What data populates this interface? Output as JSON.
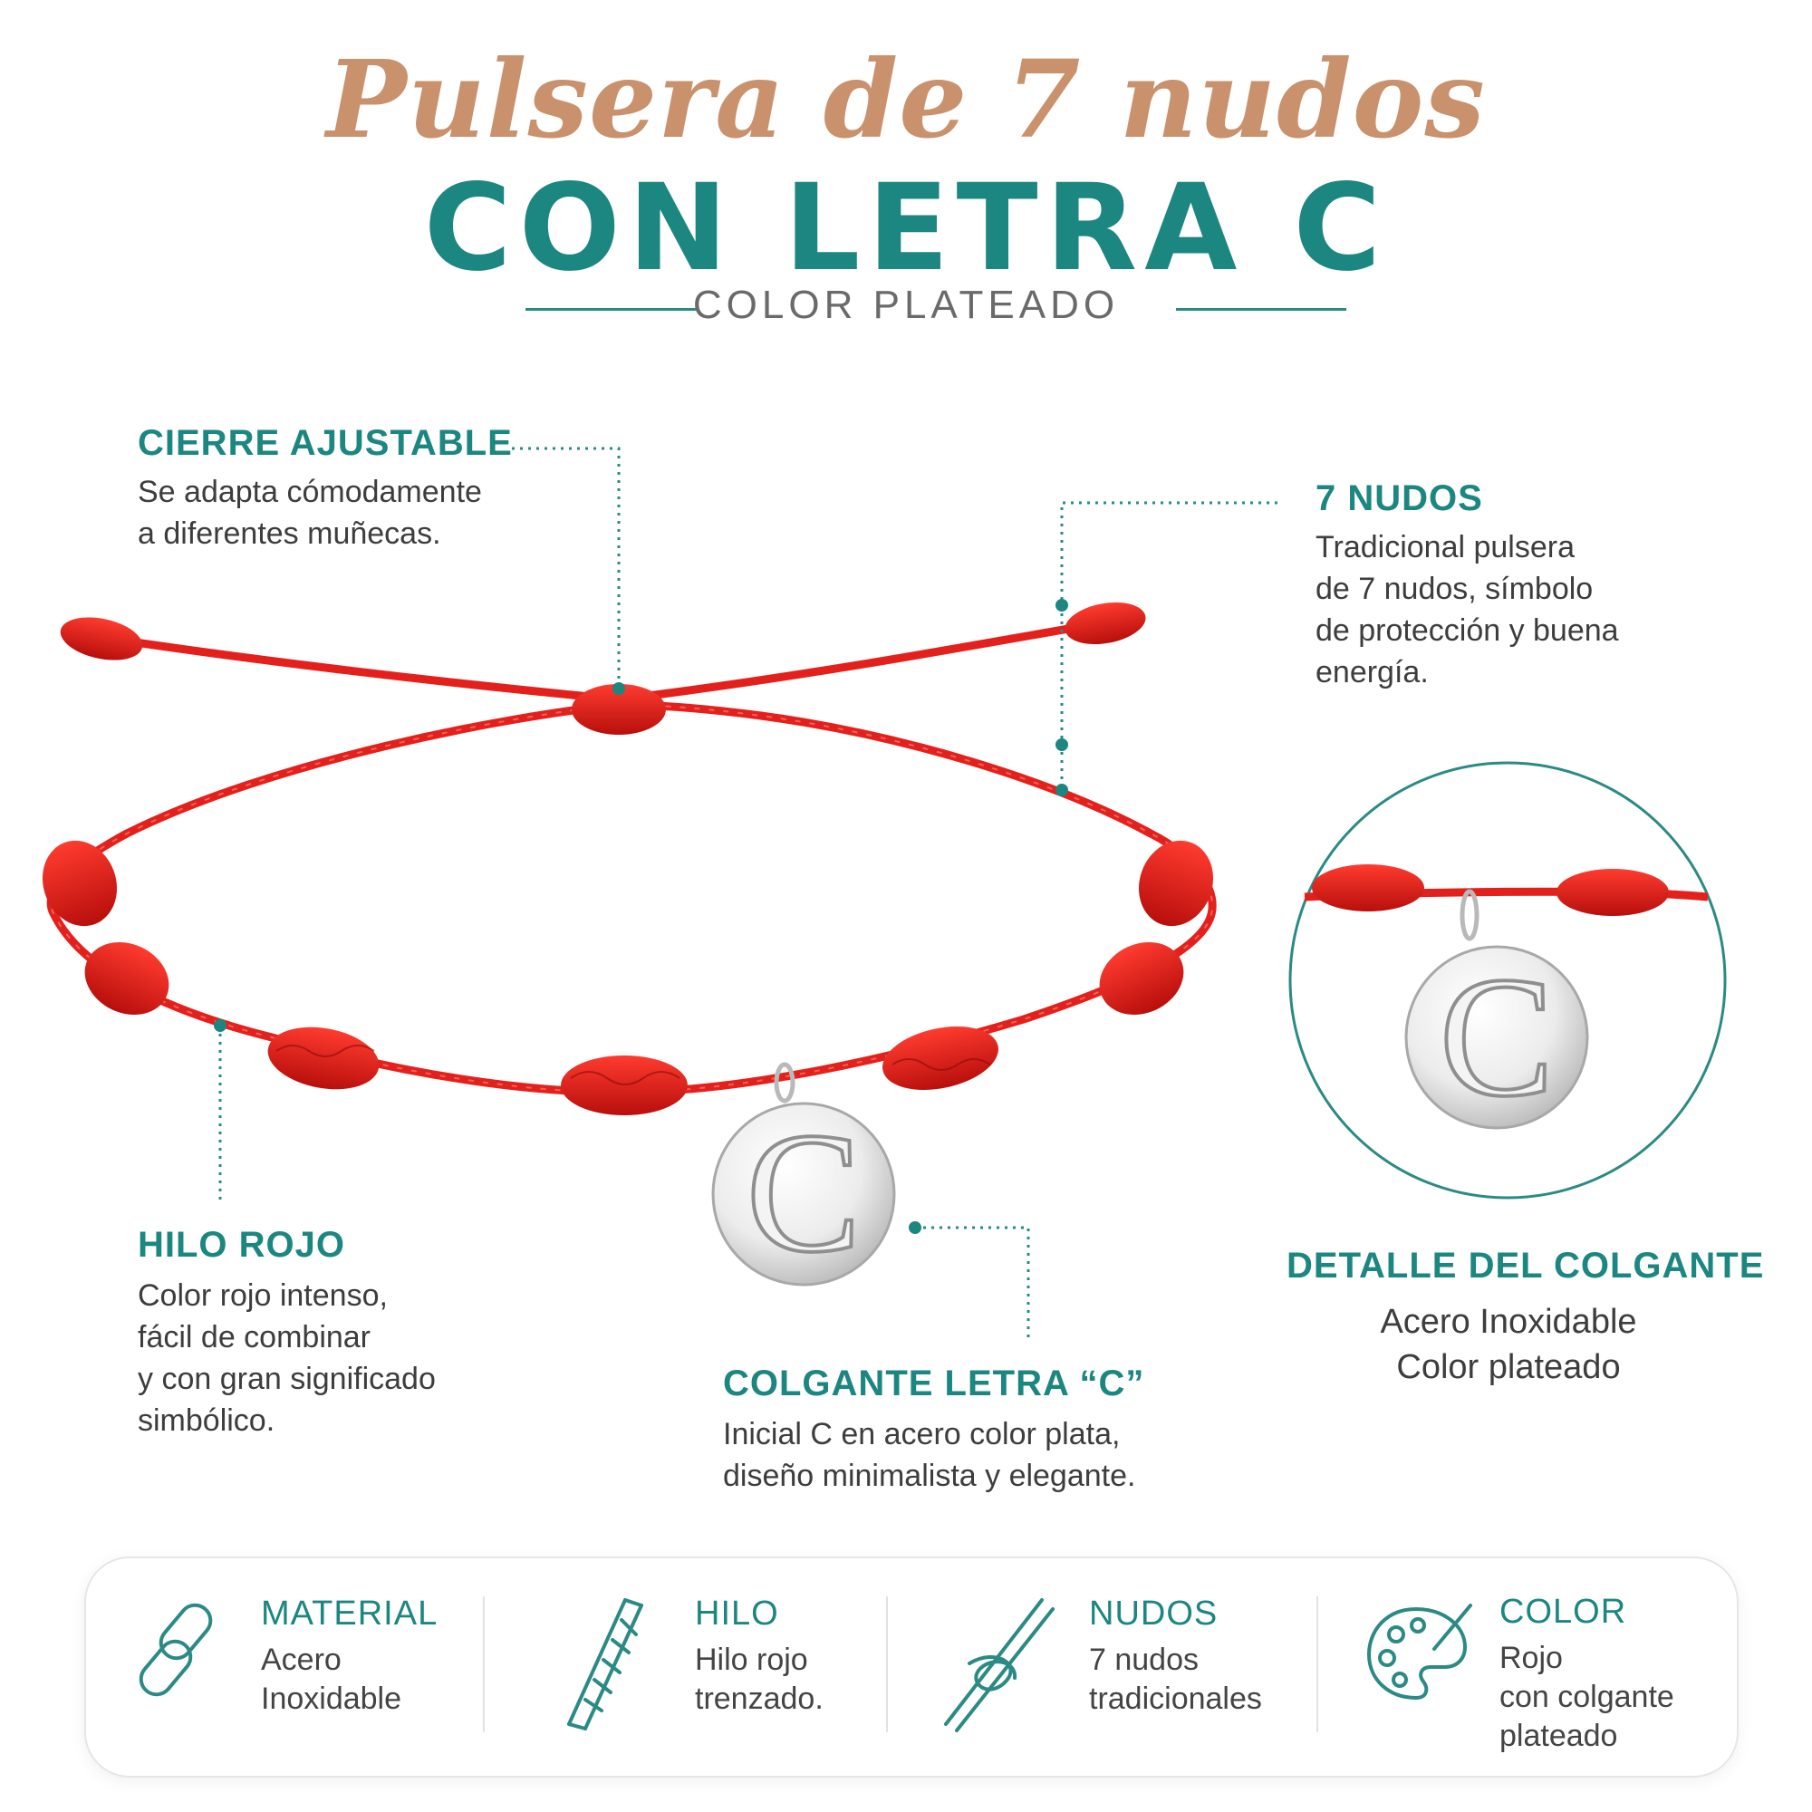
{
  "header": {
    "script_title": "Pulsera de 7 nudos",
    "main_title": "CON LETRA C",
    "subtitle": "COLOR PLATEADO"
  },
  "colors": {
    "teal": "#1c8680",
    "copper": "#c9916c",
    "red": "#e3201c",
    "silver": "#d8d8d8"
  },
  "features": {
    "clasp": {
      "title": "CIERRE AJUSTABLE",
      "lines": [
        "Se adapta cómodamente",
        "a diferentes muñecas."
      ]
    },
    "knots": {
      "title": "7 NUDOS",
      "lines": [
        "Tradicional pulsera",
        "de 7 nudos, símbolo",
        "de protección y buena",
        "energía."
      ]
    },
    "thread": {
      "title": "HILO ROJO",
      "lines": [
        "Color rojo intenso,",
        "fácil de combinar",
        "y con gran significado",
        "simbólico."
      ]
    },
    "pendant": {
      "title": "COLGANTE LETRA “C”",
      "lines": [
        "Inicial C en acero color plata,",
        "diseño minimalista y elegante."
      ]
    },
    "detail": {
      "title": "DETALLE DEL COLGANTE",
      "lines": [
        "Acero Inoxidable",
        "Color plateado"
      ]
    }
  },
  "pendant_letter": "C",
  "specs": [
    {
      "icon": "chain-link-icon",
      "title": "MATERIAL",
      "lines": [
        "Acero",
        "Inoxidable"
      ]
    },
    {
      "icon": "twisted-thread-icon",
      "title": "HILO",
      "lines": [
        "Hilo rojo",
        "trenzado."
      ]
    },
    {
      "icon": "knot-icon",
      "title": "NUDOS",
      "lines": [
        "7 nudos",
        "tradicionales"
      ]
    },
    {
      "icon": "palette-icon",
      "title": "COLOR",
      "lines": [
        "Rojo",
        "con colgante",
        "plateado"
      ]
    }
  ]
}
